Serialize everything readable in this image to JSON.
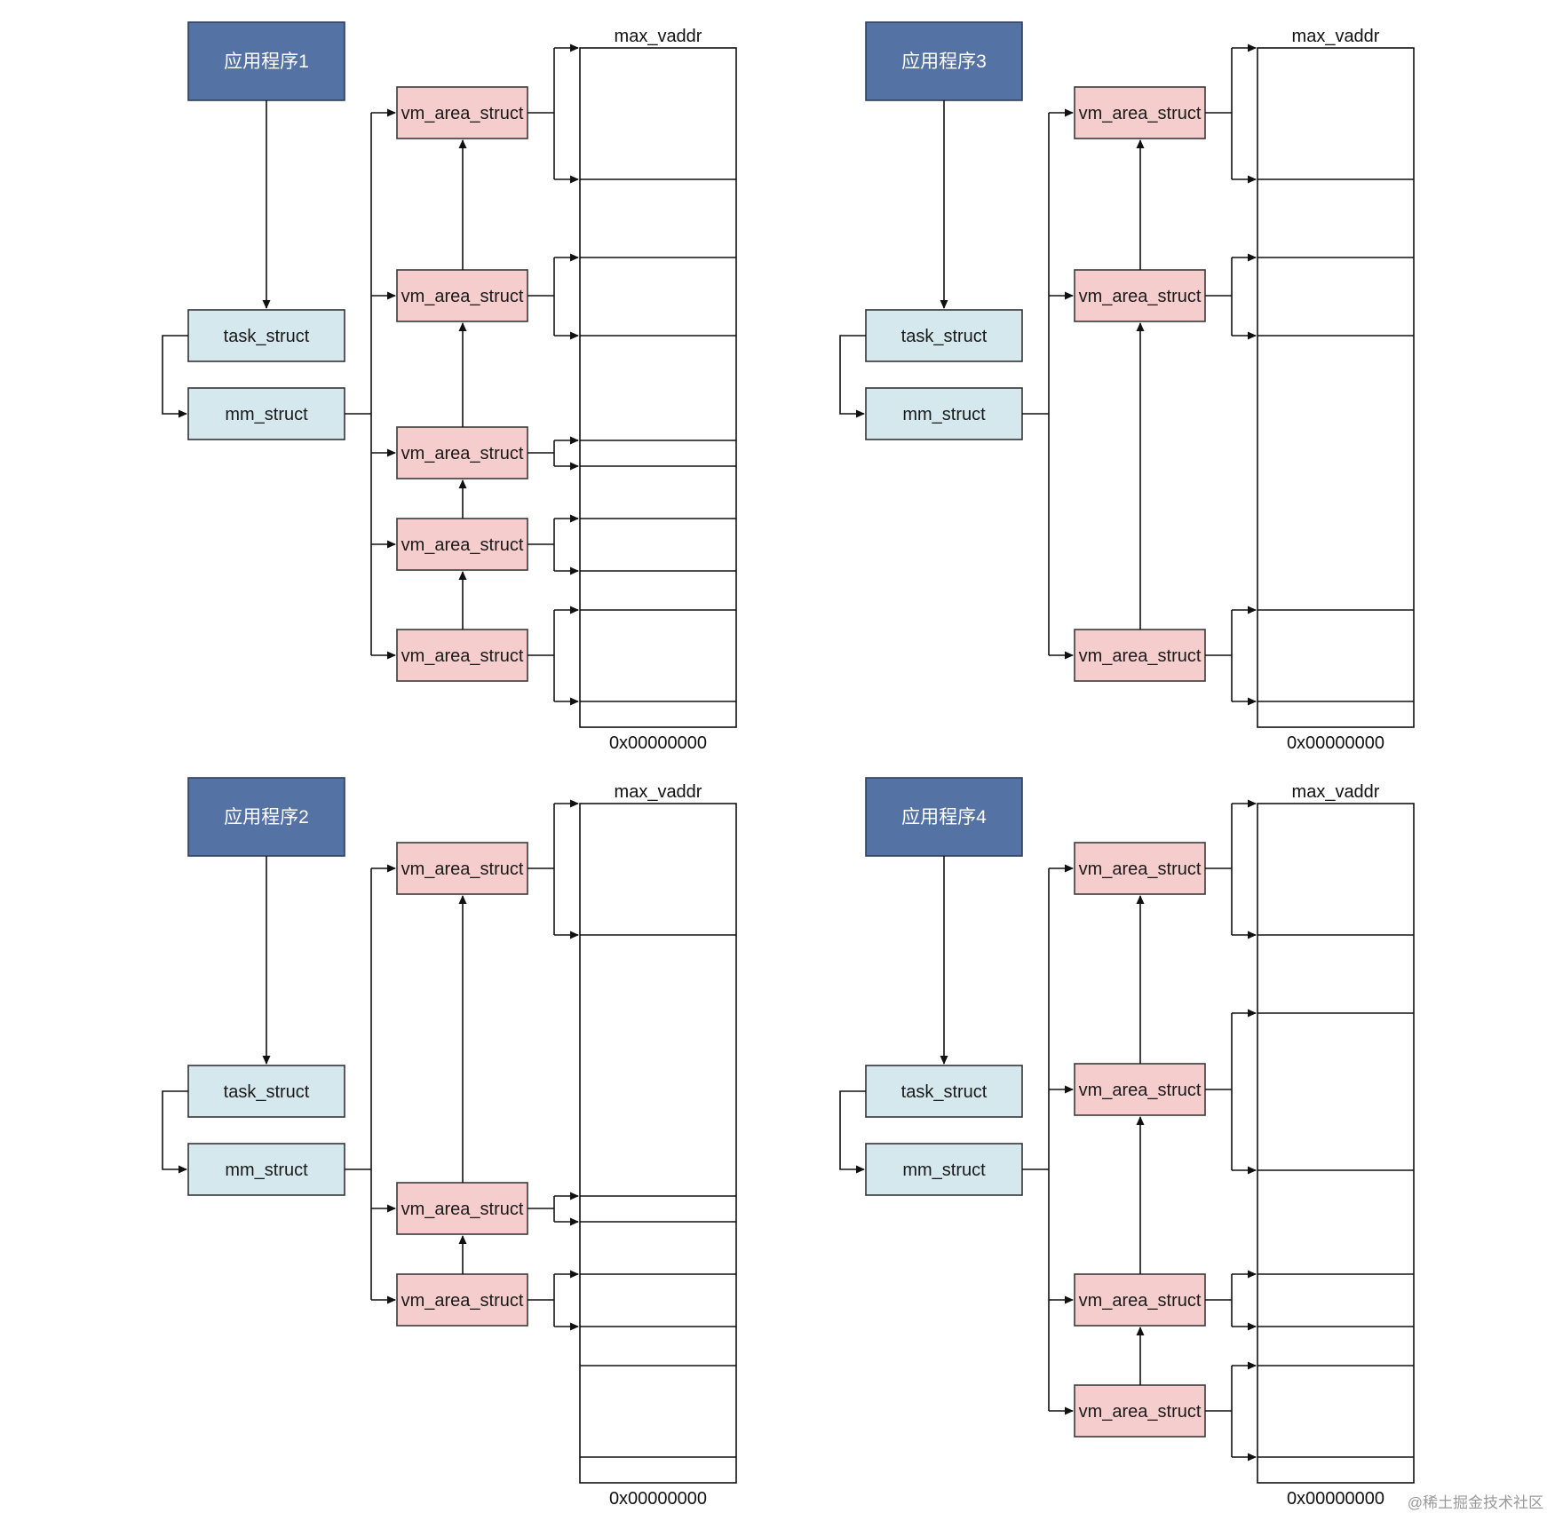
{
  "colors": {
    "app_fill": "#5472a4",
    "app_stroke": "#2f3f5e",
    "task_fill": "#d5e8ee",
    "mm_fill": "#d5e8ee",
    "struct_stroke": "#333333",
    "vma_fill": "#f4cdcc",
    "vma_stroke": "#3a3a3a",
    "line": "#111111"
  },
  "labels": {
    "task": "task_struct",
    "mm": "mm_struct",
    "vma": "vm_area_struct",
    "max": "max_vaddr",
    "min": "0x00000000"
  },
  "panels": [
    {
      "app": "应用程序1",
      "vma_count": 5
    },
    {
      "app": "应用程序3",
      "vma_count": 3
    },
    {
      "app": "应用程序2",
      "vma_count": 3
    },
    {
      "app": "应用程序4",
      "vma_count": 4
    }
  ],
  "watermark": "@稀土掘金技术社区"
}
